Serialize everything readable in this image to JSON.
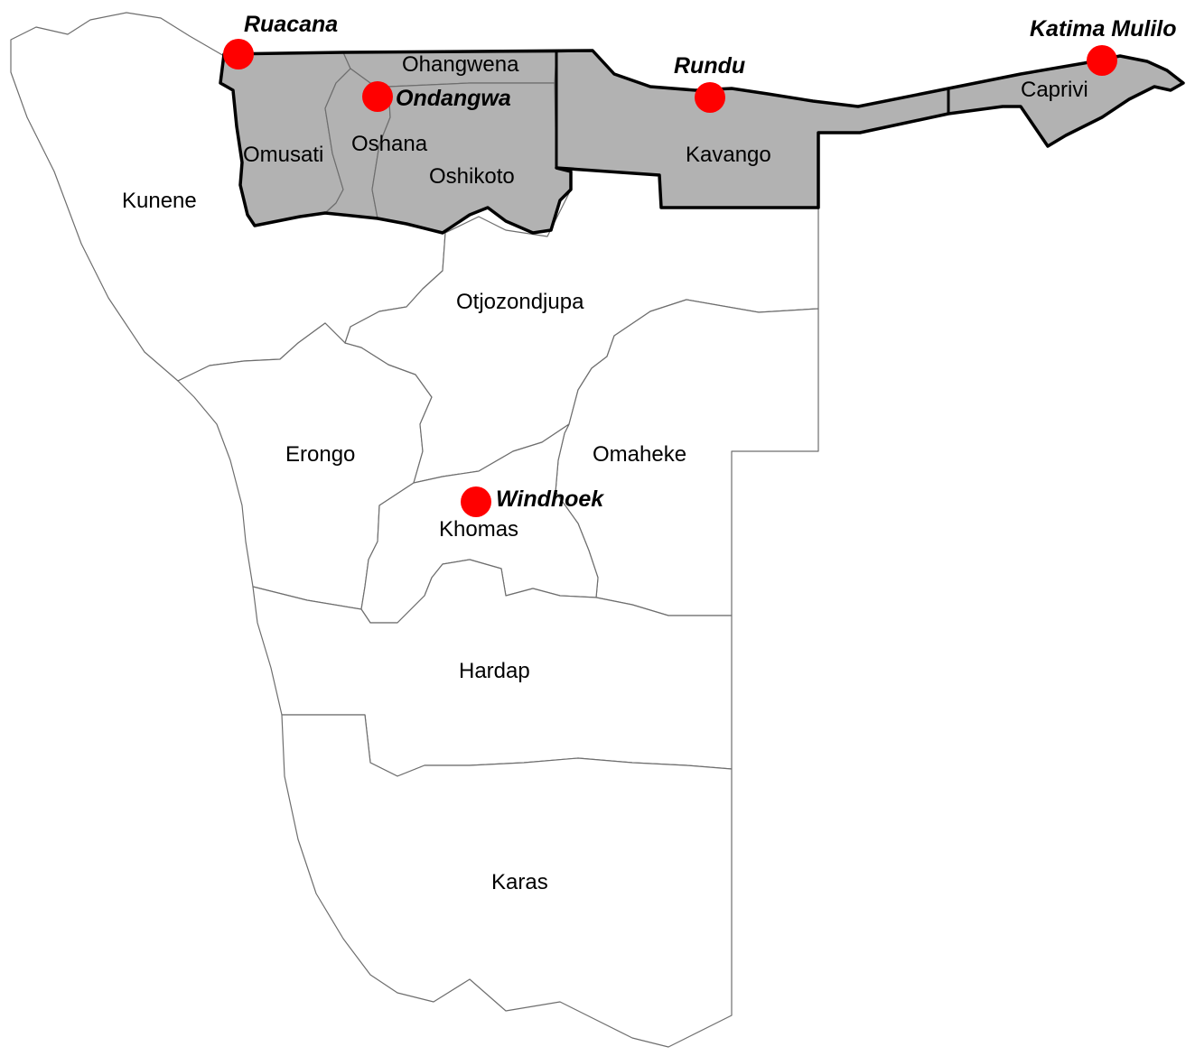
{
  "map": {
    "highlight_fill": "#b2b2b2",
    "city_marker_color": "#ff0000",
    "regions": [
      {
        "id": "kunene",
        "label": "Kunene",
        "highlighted": false
      },
      {
        "id": "omusati",
        "label": "Omusati",
        "highlighted": true
      },
      {
        "id": "ohangwena",
        "label": "Ohangwena",
        "highlighted": true
      },
      {
        "id": "oshana",
        "label": "Oshana",
        "highlighted": true
      },
      {
        "id": "oshikoto",
        "label": "Oshikoto",
        "highlighted": true
      },
      {
        "id": "kavango",
        "label": "Kavango",
        "highlighted": true
      },
      {
        "id": "caprivi",
        "label": "Caprivi",
        "highlighted": true
      },
      {
        "id": "otjozondjupa",
        "label": "Otjozondjupa",
        "highlighted": false
      },
      {
        "id": "erongo",
        "label": "Erongo",
        "highlighted": false
      },
      {
        "id": "omaheke",
        "label": "Omaheke",
        "highlighted": false
      },
      {
        "id": "khomas",
        "label": "Khomas",
        "highlighted": false
      },
      {
        "id": "hardap",
        "label": "Hardap",
        "highlighted": false
      },
      {
        "id": "karas",
        "label": "Karas",
        "highlighted": false
      }
    ],
    "cities": [
      {
        "id": "ruacana",
        "label": "Ruacana"
      },
      {
        "id": "ondangwa",
        "label": "Ondangwa"
      },
      {
        "id": "rundu",
        "label": "Rundu"
      },
      {
        "id": "katima-mulilo",
        "label": "Katima Mulilo"
      },
      {
        "id": "windhoek",
        "label": "Windhoek"
      }
    ]
  }
}
